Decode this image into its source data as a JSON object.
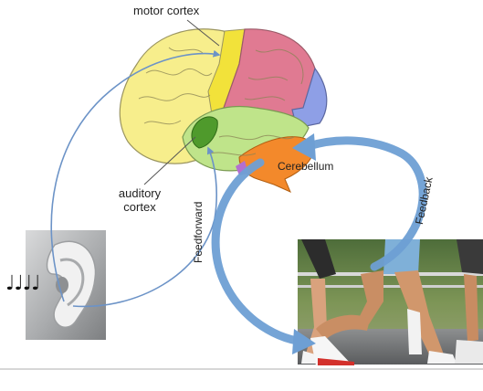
{
  "labels": {
    "motor_cortex": "motor cortex",
    "auditory_line1": "auditory",
    "auditory_line2": "cortex",
    "cerebellum": "Cerebellum",
    "feedforward": "Feedforward",
    "feedback": "Feedback",
    "notes": "♩♩♩♩"
  },
  "colors": {
    "frontal_lobe": "#f7ee8c",
    "motor_strip": "#f2e23a",
    "parietal_lobe": "#e07a92",
    "occipital_lobe": "#8e9fe6",
    "temporal_lobe": "#bfe48a",
    "auditory_cortex": "#4f9a2c",
    "cerebellum": "#f3892b",
    "arrow_blue": "#6e9fd4",
    "thin_line": "#6c93c7"
  },
  "icons": {
    "brain": "brain-illustration",
    "ear": "ear-icon",
    "runners": "runners-photo"
  }
}
